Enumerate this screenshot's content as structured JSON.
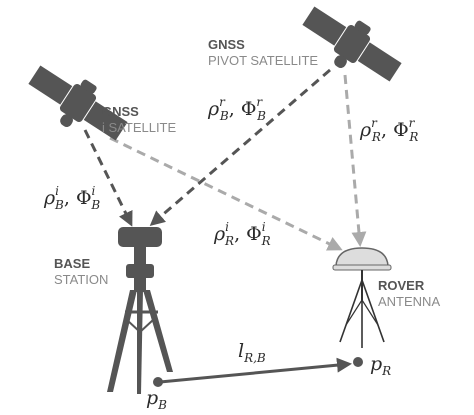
{
  "satellite_i": {
    "label_line1": "GNSS",
    "label_line2": "i SATELLITE"
  },
  "satellite_pivot": {
    "label_line1": "GNSS",
    "label_line2": "PIVOT SATELLITE"
  },
  "base_station": {
    "label_line1": "BASE",
    "label_line2": "STATION",
    "point_symbol": "p",
    "point_sub": "B"
  },
  "rover": {
    "label_line1": "ROVER",
    "label_line2": "ANTENNA",
    "point_symbol": "p",
    "point_sub": "R"
  },
  "baseline": {
    "symbol": "l",
    "sub": "R,B"
  },
  "observables": {
    "pivot_to_base": {
      "rho": "ρ",
      "phi": "Φ",
      "sup": "r",
      "sub": "B"
    },
    "pivot_to_rover": {
      "rho": "ρ",
      "phi": "Φ",
      "sup": "r",
      "sub": "R"
    },
    "i_to_base": {
      "rho": "ρ",
      "phi": "Φ",
      "sup": "i",
      "sub": "B"
    },
    "i_to_rover": {
      "rho": "ρ",
      "phi": "Φ",
      "sup": "i",
      "sub": "R"
    }
  },
  "colors": {
    "dark": "#555555",
    "light": "#aaaaaa",
    "text_dark": "#555555",
    "text_light": "#8a8a8a"
  }
}
